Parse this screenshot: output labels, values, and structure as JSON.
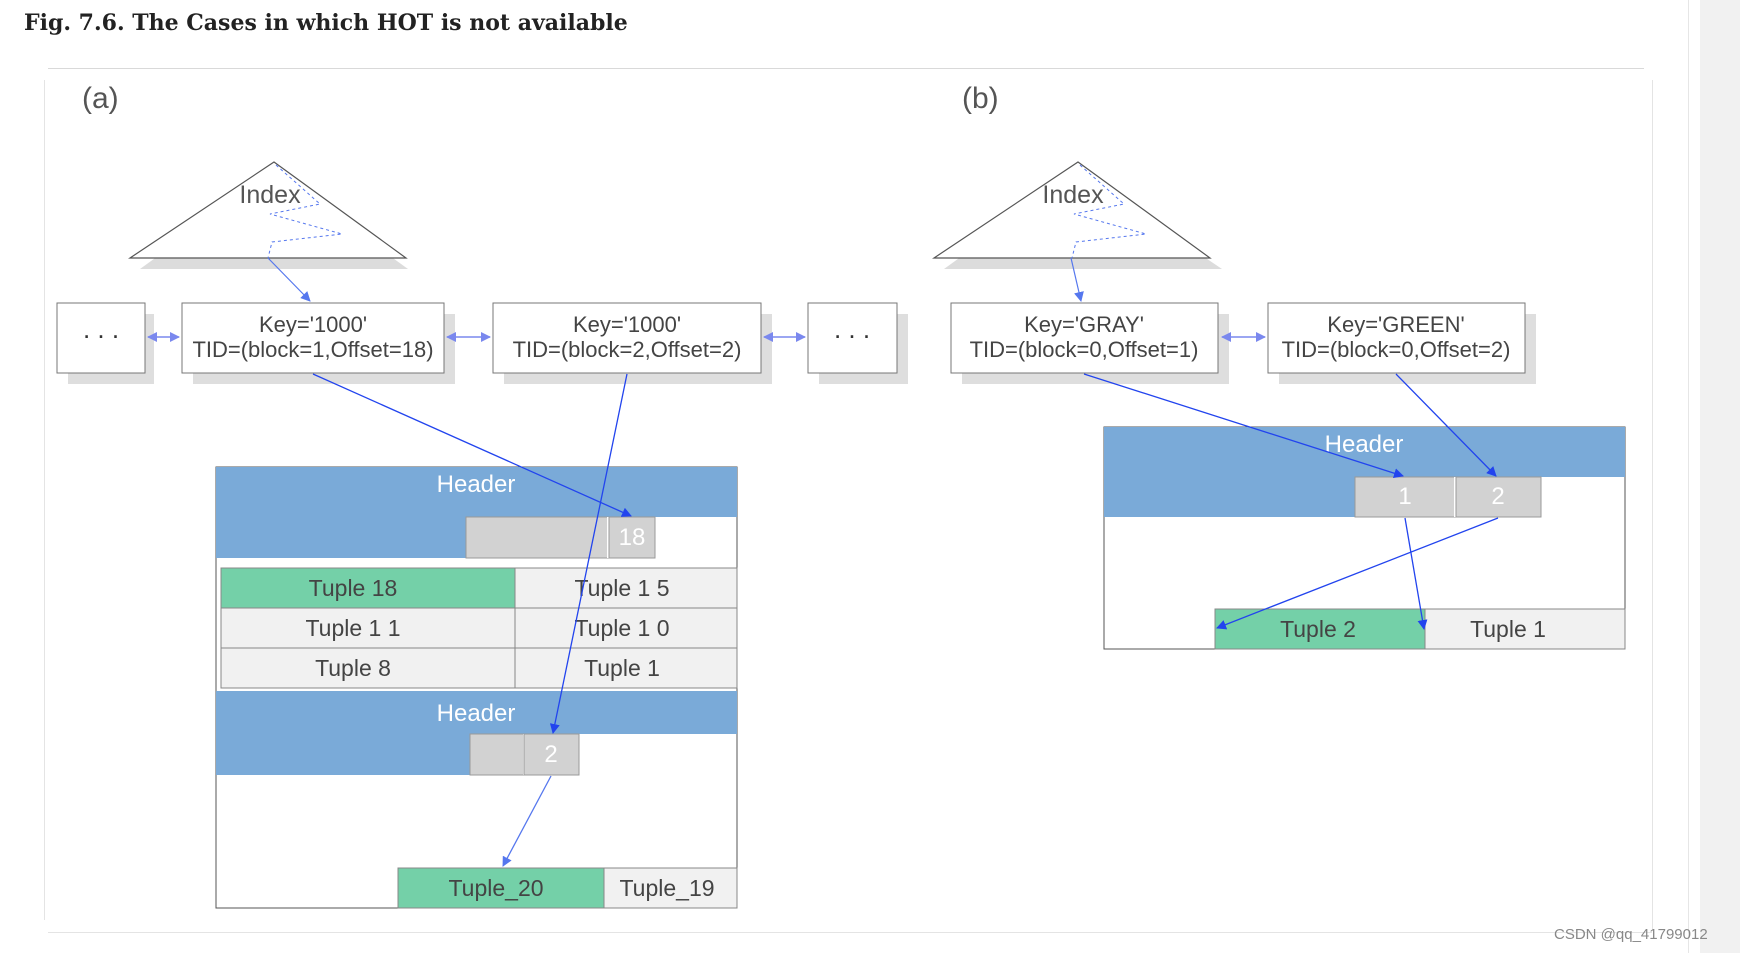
{
  "caption": "Fig. 7.6. The Cases in which HOT is not available",
  "watermark": "CSDN @qq_41799012",
  "colors": {
    "header_blue": "#7aaad8",
    "tuple_green": "#74d0a8",
    "slot_gray": "#d2d2d2",
    "arrow_blue": "#2244ee",
    "link_blue": "#7a88ee"
  },
  "panel_a": {
    "label": "(a)",
    "index_label": "Index",
    "ellipsis": ". . .",
    "key1": {
      "key": "Key='1000'",
      "tid": "TID=(block=1,Offset=18)"
    },
    "key2": {
      "key": "Key='1000'",
      "tid": "TID=(block=2,Offset=2)"
    },
    "block1": {
      "header": "Header",
      "slot": "18",
      "tuples": [
        "Tuple 18",
        "Tuple 1 5",
        "Tuple 1 1",
        "Tuple 1 0",
        "Tuple 8",
        "Tuple 1"
      ]
    },
    "block2": {
      "header": "Header",
      "slot": "2",
      "tuples": [
        "Tuple_20",
        "Tuple_19"
      ]
    }
  },
  "panel_b": {
    "label": "(b)",
    "index_label": "Index",
    "key1": {
      "key": "Key='GRAY'",
      "tid": "TID=(block=0,Offset=1)"
    },
    "key2": {
      "key": "Key='GREEN'",
      "tid": "TID=(block=0,Offset=2)"
    },
    "block": {
      "header": "Header",
      "slots": [
        "1",
        "2"
      ],
      "tuples": [
        "Tuple  2",
        "Tuple 1"
      ]
    }
  }
}
